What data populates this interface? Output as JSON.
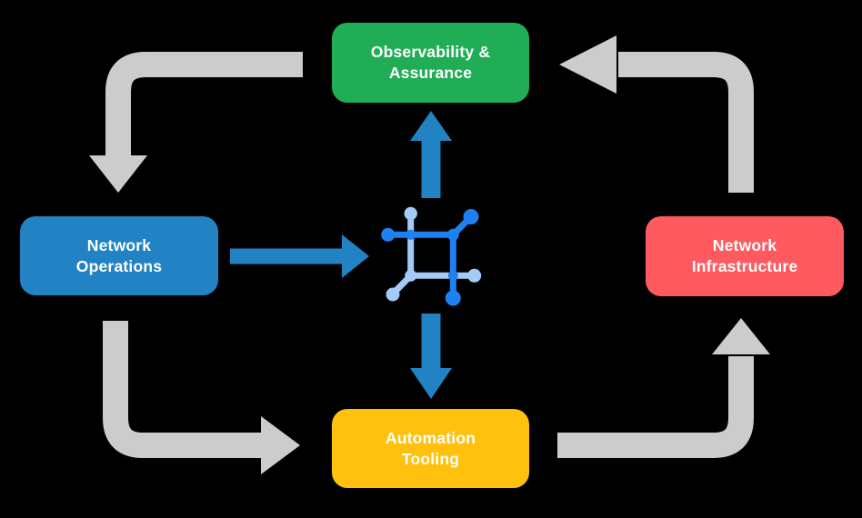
{
  "diagram": {
    "background": "#000000",
    "nodes": {
      "observability": {
        "line1": "Observability &",
        "line2": "Assurance",
        "color": "#21AD55"
      },
      "operations": {
        "line1": "Network",
        "line2": "Operations",
        "color": "#2183C4"
      },
      "infrastructure": {
        "line1": "Network",
        "line2": "Infrastructure",
        "color": "#FF5A5F"
      },
      "automation": {
        "line1": "Automation",
        "line2": "Tooling",
        "color": "#FFC10D"
      }
    },
    "center_icon": {
      "name": "network-mesh-icon",
      "dark_blue": "#1E81F2",
      "light_blue": "#A3CBF7"
    },
    "arrows": {
      "gray_color": "#CCCCCC",
      "blue_color": "#2183C4",
      "flows": [
        {
          "from": "observability",
          "to": "operations",
          "style": "gray-elbow"
        },
        {
          "from": "operations",
          "to": "automation",
          "style": "gray-elbow"
        },
        {
          "from": "automation",
          "to": "infrastructure",
          "style": "gray-elbow"
        },
        {
          "from": "infrastructure",
          "to": "observability",
          "style": "gray-elbow"
        },
        {
          "from": "operations",
          "to": "center",
          "style": "blue-straight"
        },
        {
          "from": "center",
          "to": "observability",
          "style": "blue-straight"
        },
        {
          "from": "center",
          "to": "automation",
          "style": "blue-straight"
        }
      ]
    }
  }
}
